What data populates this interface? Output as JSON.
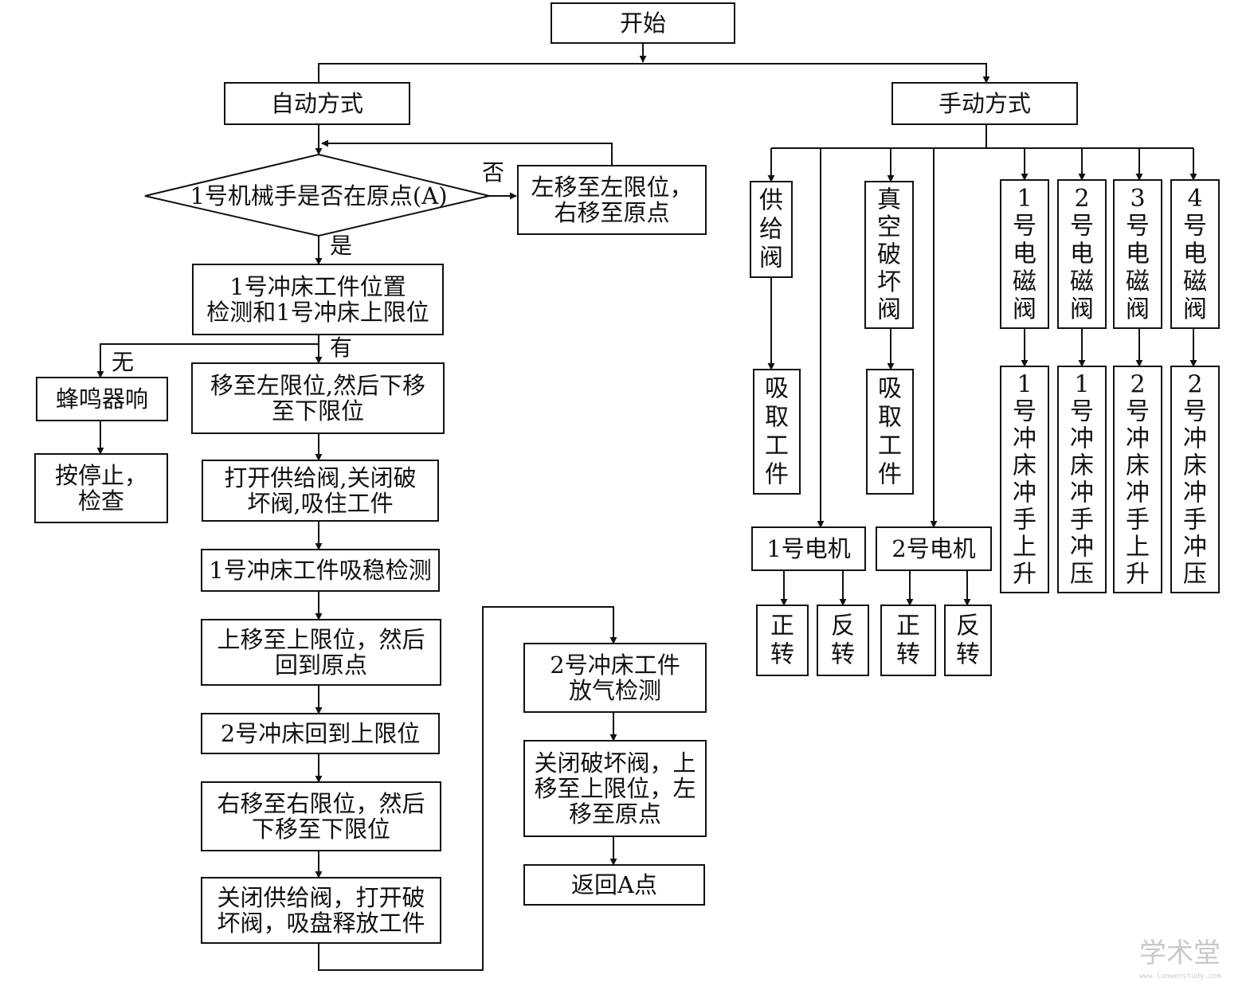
{
  "nodes": {
    "start": "开始",
    "auto_mode": "自动方式",
    "manual_mode": "手动方式",
    "decision_origin": "1号机械手是否在原点(A)",
    "move_left_origin": [
      "左移至左限位，",
      "右移至原点"
    ],
    "detect_press1": [
      "1号冲床工件位置",
      "检测和1号冲床上限位"
    ],
    "buzzer": "蜂鸣器响",
    "stop_check": [
      "按停止，",
      "检查"
    ],
    "move_left_down": [
      "移至左限位,然后下移",
      "至下限位"
    ],
    "open_supply": [
      "打开供给阀,关闭破",
      "坏阀,吸住工件"
    ],
    "suction_detect": "1号冲床工件吸稳检测",
    "move_up_return": [
      "上移至上限位，然后",
      "回到原点"
    ],
    "press2_up": "2号冲床回到上限位",
    "move_right_down": [
      "右移至右限位，然后",
      "下移至下限位"
    ],
    "close_supply": [
      "关闭供给阀，打开破",
      "坏阀，吸盘释放工件"
    ],
    "press2_release_detect": [
      "2号冲床工件",
      "放气检测"
    ],
    "close_break": [
      "关闭破坏阀，上",
      "移至上限位，左",
      "移至原点"
    ],
    "return_a": "返回A点",
    "supply_valve": "供给阀",
    "pick_part_1": "吸取工件",
    "vacuum_break_valve": "真空破坏阀",
    "pick_part_2": "吸取工件",
    "motor1": "1号电机",
    "motor2": "2号电机",
    "m1_forward": "正转",
    "m1_reverse": "反转",
    "m2_forward": "正转",
    "m2_reverse": "反转",
    "solenoid1": "1号电磁阀",
    "solenoid2": "2号电磁阀",
    "solenoid3": "3号电磁阀",
    "solenoid4": "4号电磁阀",
    "s1_action": "1号冲床冲手上升",
    "s2_action": "1号冲床冲手冲压",
    "s3_action": "2号冲床冲手上升",
    "s4_action": "2号冲床冲手冲压"
  },
  "edge_labels": {
    "no": "否",
    "yes": "是",
    "none": "无",
    "present": "有"
  },
  "watermark": {
    "brand": "学术堂",
    "url": "www.lunwenstudy.com"
  }
}
